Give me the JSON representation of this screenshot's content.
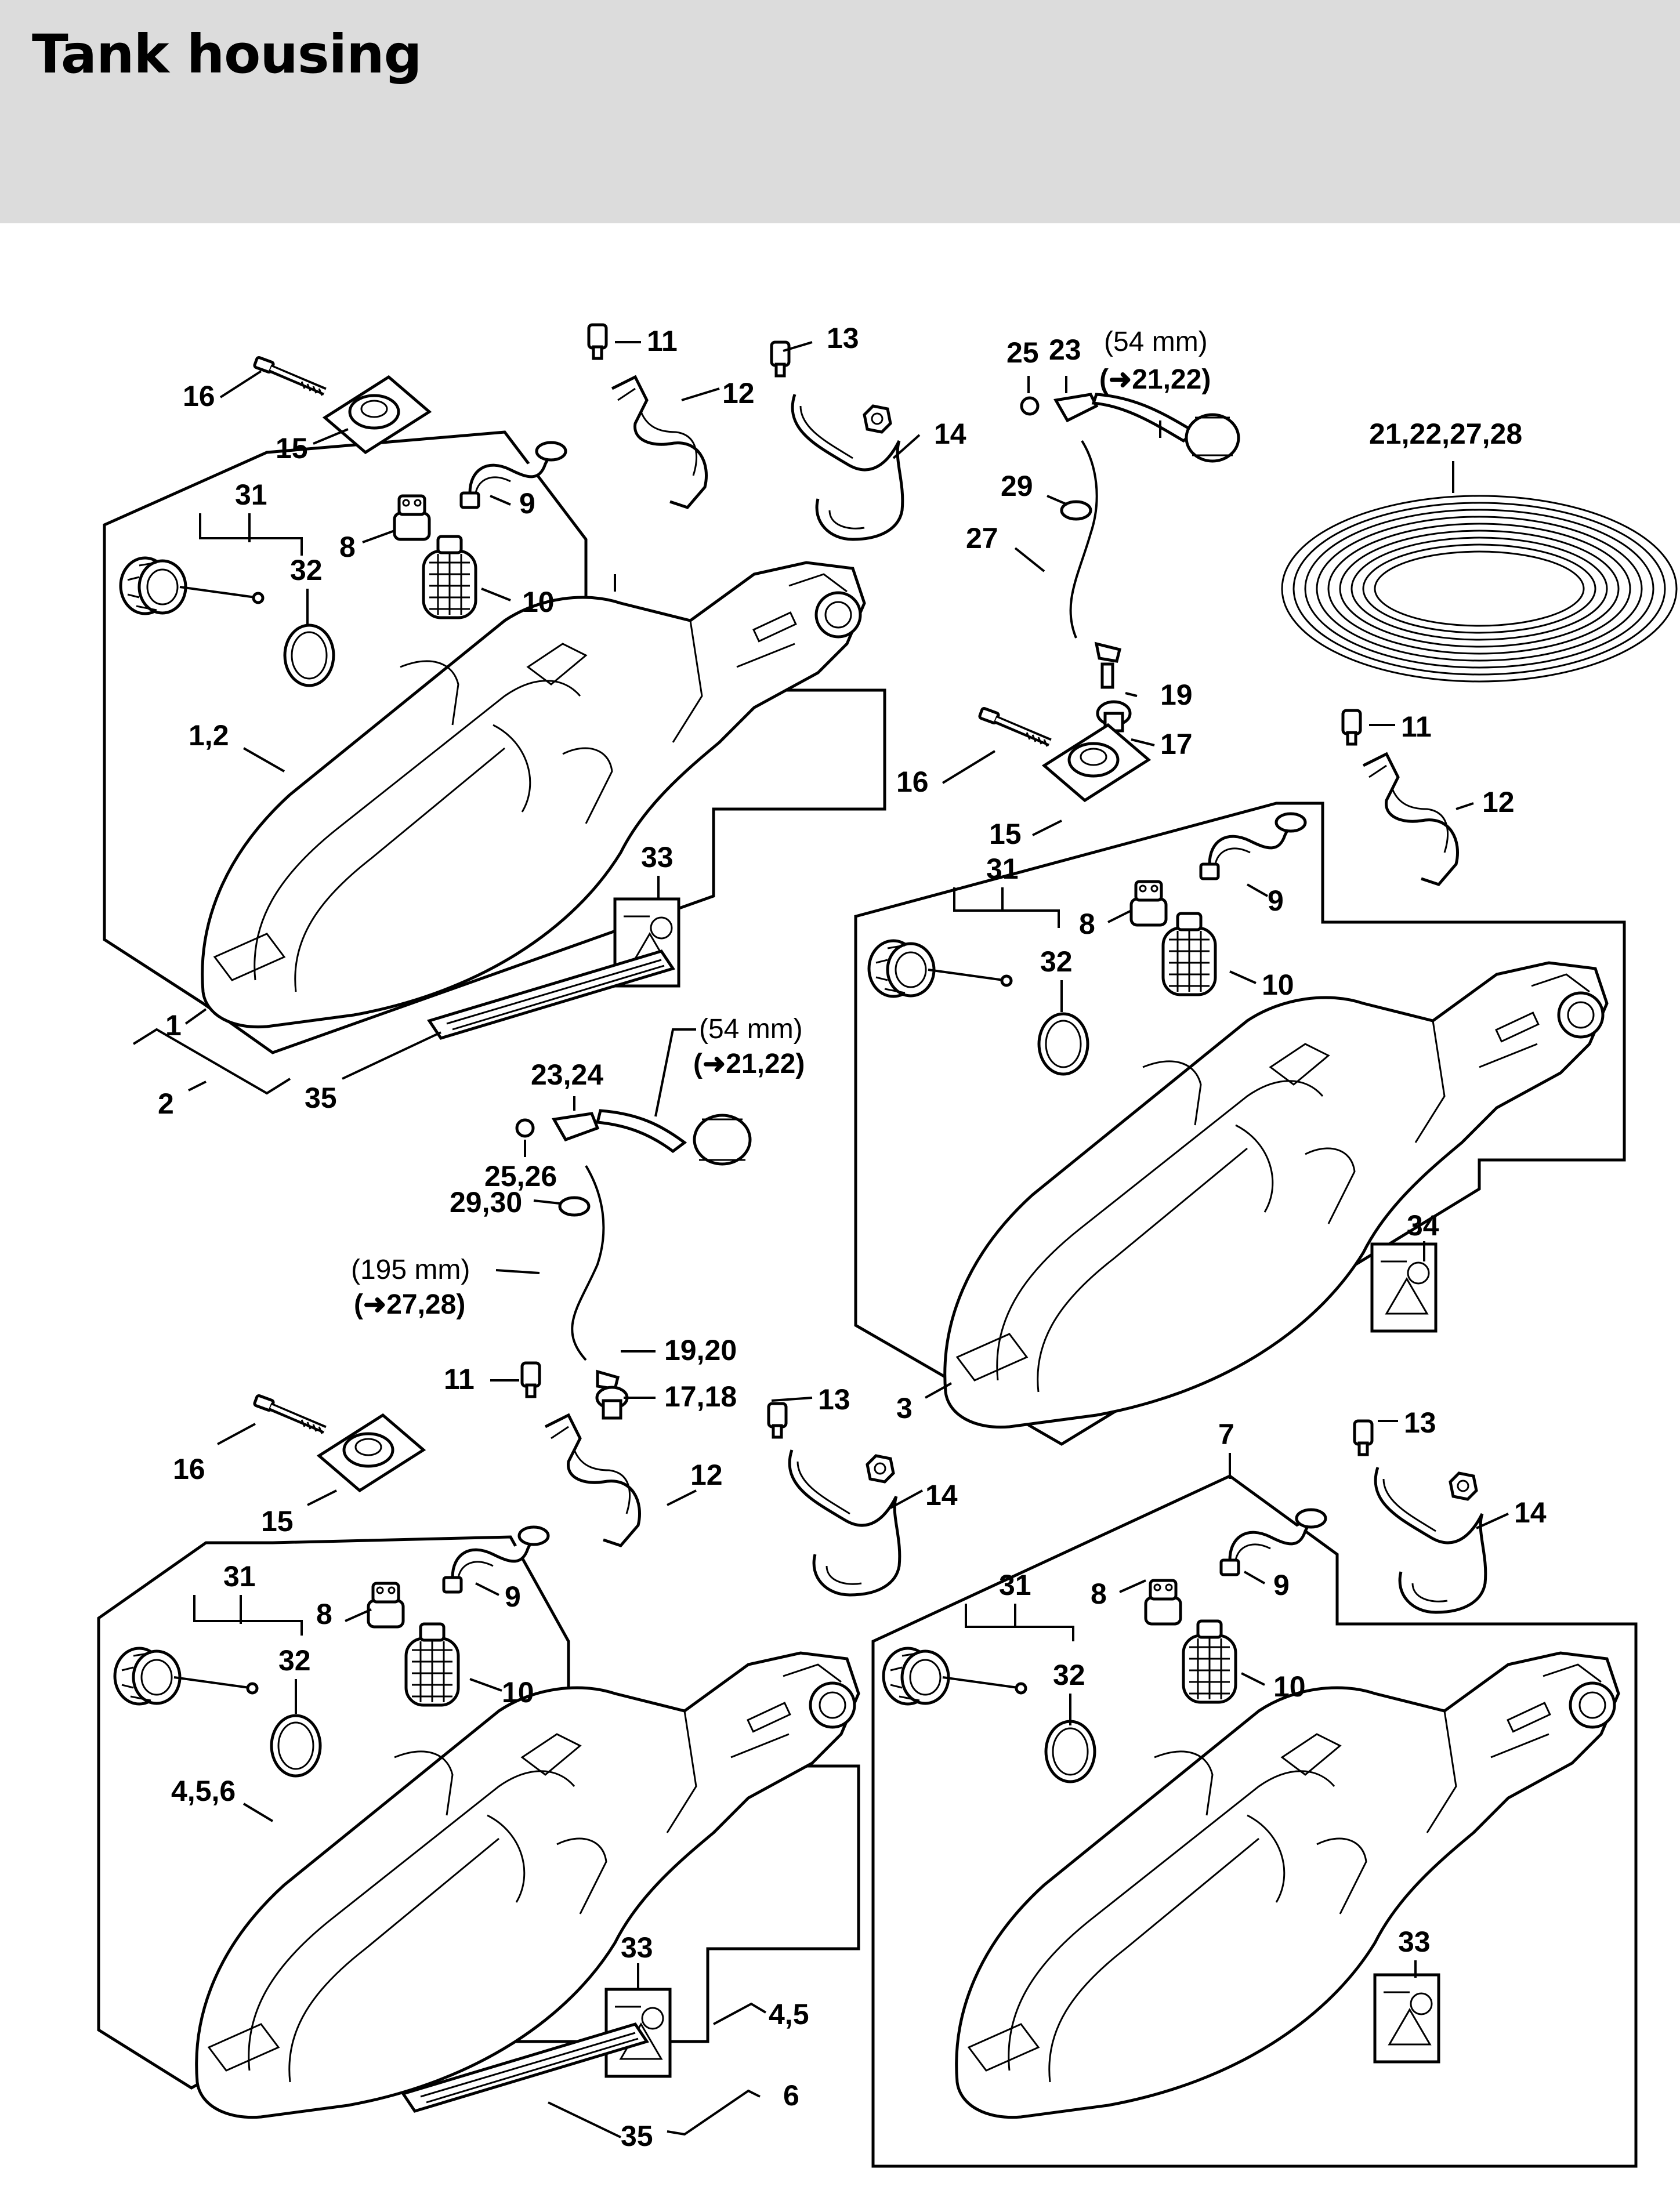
{
  "page": {
    "title": "Tank housing"
  },
  "groups": {
    "g1": {
      "callouts": {
        "p16": "16",
        "p15": "15",
        "p11": "11",
        "p12": "12",
        "p13": "13",
        "p14": "14",
        "p31": "31",
        "p32": "32",
        "p8": "8",
        "p9": "9",
        "p10": "10",
        "p12b": "1,2",
        "p33": "33",
        "p1": "1",
        "p2": "2",
        "p35": "35"
      }
    },
    "g2": {
      "callouts": {
        "p25": "25",
        "p23": "23",
        "note54": "(54 mm)",
        "ref2122": "(➜21,22)",
        "p29": "29",
        "p27": "27",
        "p19": "19",
        "p17": "17",
        "coil": "21,22,27,28"
      }
    },
    "g3": {
      "callouts": {
        "p11": "11",
        "p12": "12",
        "p16": "16",
        "p15": "15",
        "p31": "31",
        "p8": "8",
        "p9": "9",
        "p32": "32",
        "p10": "10",
        "p34": "34",
        "p3": "3"
      }
    },
    "g4": {
      "callouts": {
        "p2324": "23,24",
        "note54": "(54 mm)",
        "ref2122": "(➜21,22)",
        "p2526": "25,26",
        "p2930": "29,30",
        "note195": "(195 mm)",
        "ref2728": "(➜27,28)",
        "p1920": "19,20",
        "p1718": "17,18"
      }
    },
    "g5": {
      "callouts": {
        "p11": "11",
        "p13": "13",
        "p12": "12",
        "p14": "14",
        "p16": "16",
        "p15": "15",
        "p31": "31",
        "p8": "8",
        "p9": "9",
        "p32": "32",
        "p10": "10",
        "p456": "4,5,6",
        "p33": "33",
        "p45": "4,5",
        "p35": "35",
        "p6": "6"
      }
    },
    "g6": {
      "callouts": {
        "p7": "7",
        "p13": "13",
        "p14": "14",
        "p8": "8",
        "p9": "9",
        "p31": "31",
        "p32": "32",
        "p10": "10",
        "p33": "33"
      }
    }
  }
}
